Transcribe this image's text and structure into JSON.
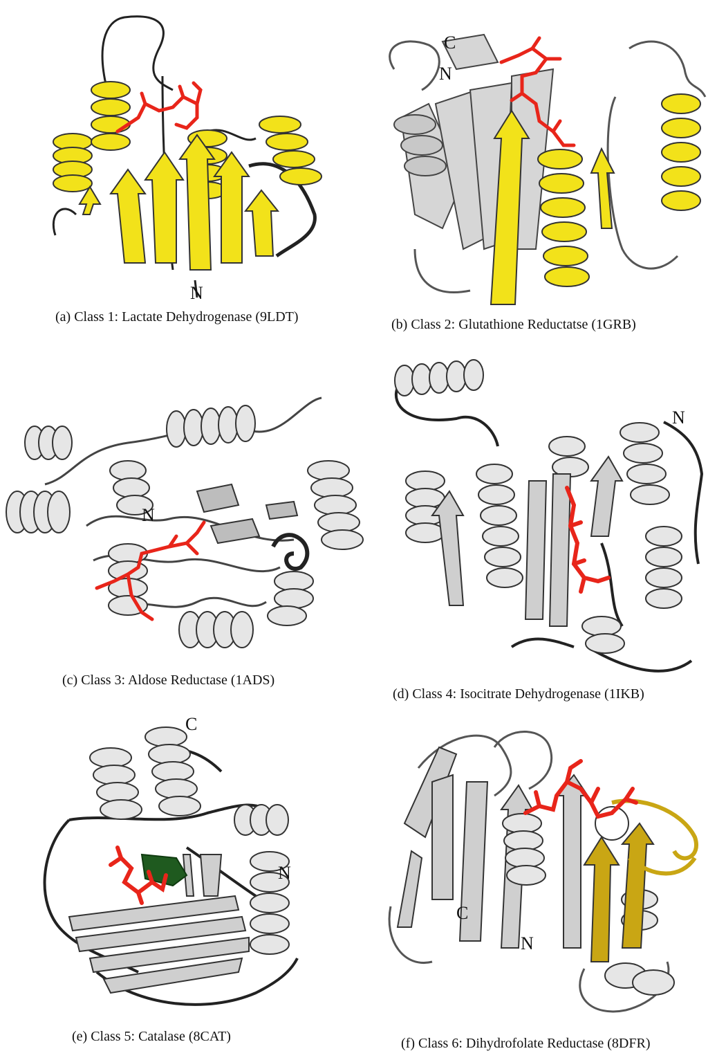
{
  "panels": [
    {
      "id": "a",
      "caption": "(a) Class 1: Lactate Dehydrogenase (9LDT)",
      "terminals": [
        "N"
      ]
    },
    {
      "id": "b",
      "caption": "(b)  Class 2: Glutathione Reductatse (1GRB)",
      "terminals": [
        "C",
        "N"
      ]
    },
    {
      "id": "c",
      "caption": "(c) Class 3: Aldose Reductase (1ADS)",
      "terminals": [
        "N"
      ]
    },
    {
      "id": "d",
      "caption": "(d) Class 4: Isocitrate Dehydrogenase (1IKB)",
      "terminals": [
        "N"
      ]
    },
    {
      "id": "e",
      "caption": "(e) Class 5: Catalase (8CAT)",
      "terminals": [
        "C",
        "N"
      ]
    },
    {
      "id": "f",
      "caption": "(f) Class 6: Dihydrofolate Reductase (8DFR)",
      "terminals": [
        "C",
        "N"
      ]
    }
  ],
  "colors": {
    "helix_highlight": "#f2e21a",
    "strand_highlight": "#f2e21a",
    "fold_gray": "#d8d8d8",
    "ligand": "#e8251a",
    "heme": "#1f5a1f",
    "coil": "#222222",
    "ochre": "#c9a614"
  }
}
